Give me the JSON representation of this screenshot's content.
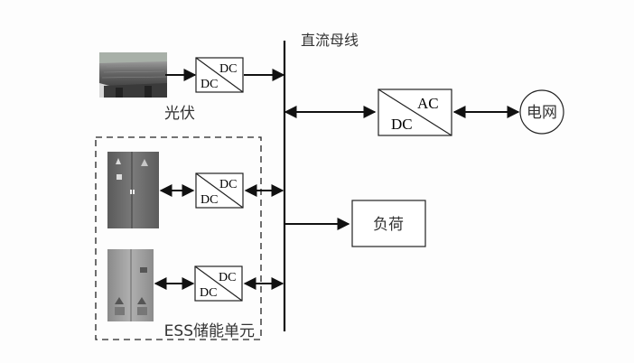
{
  "diagram": {
    "bus_label": "直流母线",
    "pv_label": "光伏",
    "ess_label": "ESS储能单元",
    "grid_label": "电网",
    "load_label": "负荷",
    "converters": {
      "pv": {
        "top": "DC",
        "bottom": "DC"
      },
      "ess1": {
        "top": "DC",
        "bottom": "DC"
      },
      "ess2": {
        "top": "DC",
        "bottom": "DC"
      },
      "grid": {
        "top": "AC",
        "bottom": "DC"
      }
    },
    "icons": {
      "pv": "solar-panel-photo",
      "ess1": "battery-cabinet-photo",
      "ess2": "battery-cabinet-photo"
    }
  }
}
